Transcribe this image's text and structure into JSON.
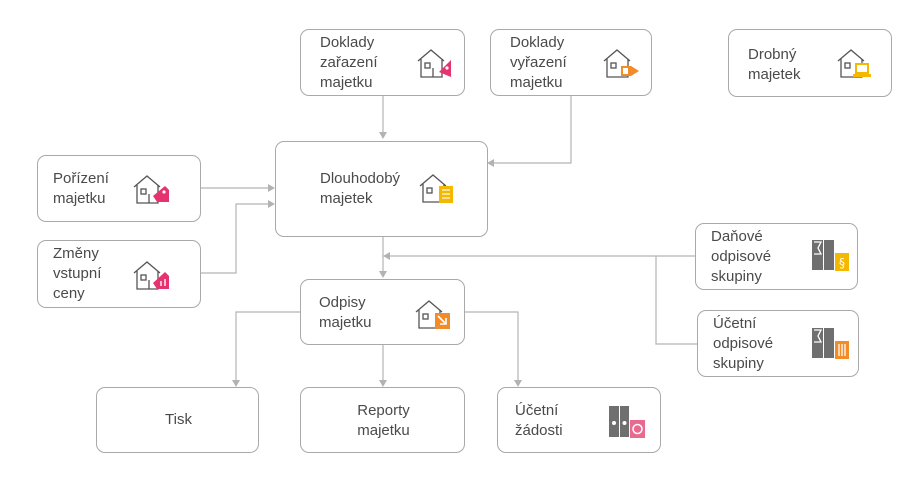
{
  "colors": {
    "border": "#a9a9a9",
    "text": "#4a4a4a",
    "connector": "#b3b3b3",
    "icon_line": "#555555",
    "magenta": "#e5336f",
    "orange": "#f28c28",
    "yellow": "#f5b800",
    "gray_block": "#6f6f6f",
    "pink": "#e96a8f"
  },
  "nodes": {
    "doklady_zarazeni": {
      "label": "Doklady\nzařazení\nmajetku",
      "icon": "house-tag-icon"
    },
    "doklady_vyrazeni": {
      "label": "Doklady\nvyřazení\nmajetku",
      "icon": "house-remove-icon"
    },
    "drobny_majetek": {
      "label": "Drobný\nmajetek",
      "icon": "house-laptop-icon"
    },
    "porizeni_majetku": {
      "label": "Pořízení\nmajetku",
      "icon": "house-tag-icon"
    },
    "dlouhodoby_majetek": {
      "label": "Dlouhodobý\nmajetek",
      "icon": "house-document-icon"
    },
    "zmeny_vstupni_ceny": {
      "label": "Změny\nvstupní\nceny",
      "icon": "house-price-change-icon"
    },
    "danove_skupiny": {
      "label": "Daňové\nodpisové\nskupiny",
      "icon": "binder-paragraph-icon"
    },
    "ucetni_skupiny": {
      "label": "Účetní\nodpisové\nskupiny",
      "icon": "binder-list-icon"
    },
    "odpisy_majetku": {
      "label": "Odpisy\nmajetku",
      "icon": "house-depreciation-icon"
    },
    "tisk": {
      "label": "Tisk"
    },
    "reporty_majetku": {
      "label": "Reporty\nmajetku"
    },
    "ucetni_zadosti": {
      "label": "Účetní\nžádosti",
      "icon": "binder-stamp-icon"
    }
  }
}
